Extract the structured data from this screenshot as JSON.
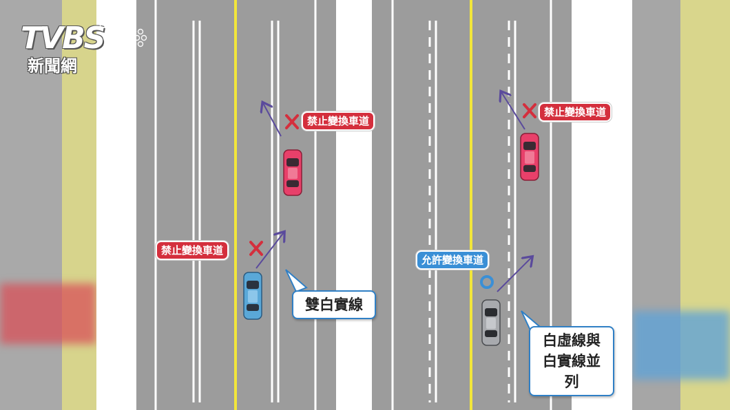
{
  "watermark": {
    "brand": "TVBS",
    "subtitle": "新聞網"
  },
  "left_diagram": {
    "tag_upper": "禁止變換車道",
    "tag_lower": "禁止變換車道",
    "callout": "雙白實線"
  },
  "right_diagram": {
    "tag_upper": "禁止變換車道",
    "tag_allowed": "允許變換車道",
    "callout_line1": "白虛線與",
    "callout_line2": "白實線並列"
  },
  "colors": {
    "road": "#9c9c9c",
    "yellow_line": "#f2e63a",
    "forbid_red": "#d42f3d",
    "allow_blue": "#3a8fd6",
    "arrow": "#5a4a9c",
    "pink_car": "#e8406a",
    "blue_car": "#5aa8d8",
    "gray_car": "#a8aaae"
  },
  "icons": [
    "cross-mark-icon",
    "circle-mark-icon",
    "arrow-icon",
    "car-icon"
  ]
}
